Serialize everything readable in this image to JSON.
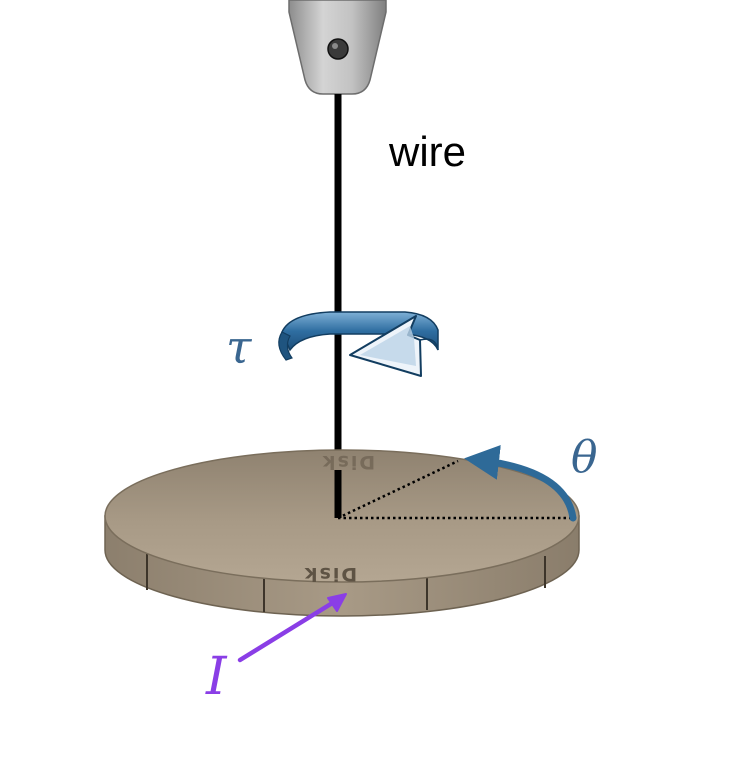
{
  "diagram": {
    "labels": {
      "wire": "wire",
      "torque": "τ",
      "angle": "θ",
      "moment_of_inertia": "I",
      "disk_top": "Disk",
      "disk_side": "Disk"
    },
    "colors": {
      "background": "#ffffff",
      "wire": "#000000",
      "clamp": "#b9b9b9",
      "disk_top": "#a39480",
      "disk_side": "#9a8c78",
      "torque_arrow": "#2e6a98",
      "angle_arrow": "#2e6a98",
      "torque_label": "#3a6690",
      "angle_label": "#3a6690",
      "inertia_arrow": "#8a3ee6",
      "inertia_label": "#8a3ee6"
    },
    "icons": {
      "clamp": "clamp-icon",
      "torque": "curved-torque-arrow-icon",
      "angle": "angle-arrow-icon",
      "inertia": "inertia-pointer-arrow-icon"
    }
  }
}
